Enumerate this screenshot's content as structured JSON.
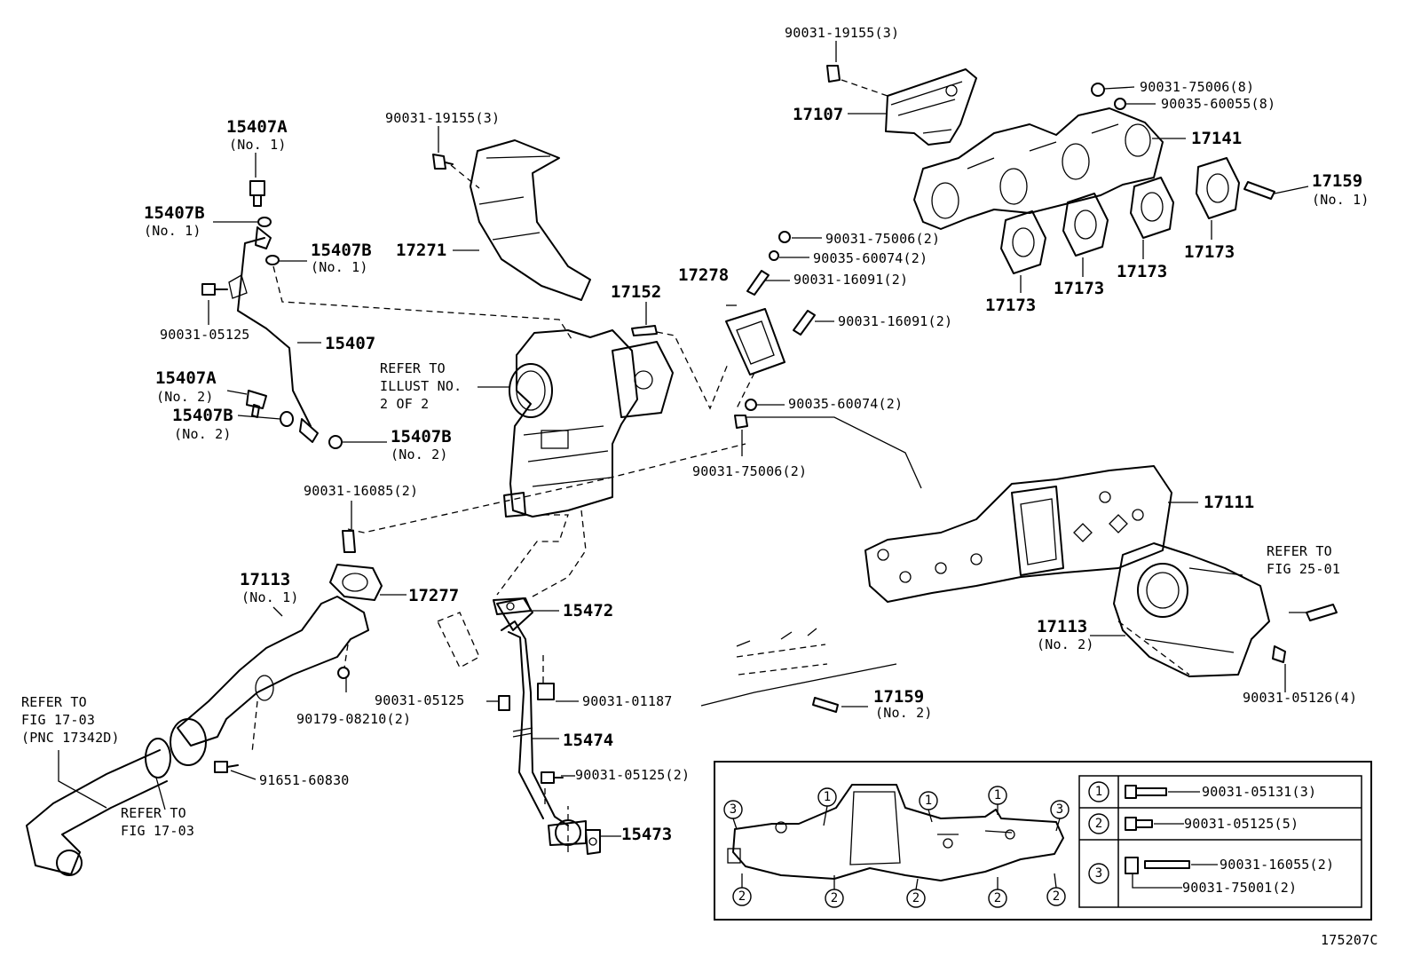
{
  "labels": {
    "p90031_19155_top": "90031-19155(3)",
    "p17107": "17107",
    "p90031_75006_8": "90031-75006(8)",
    "p90035_60055_8": "90035-60055(8)",
    "p17141": "17141",
    "p17159_no1": "17159",
    "p17159_no1_sub": "(No. 1)",
    "p17173_a": "17173",
    "p17173_b": "17173",
    "p17173_c": "17173",
    "p17173_d": "17173",
    "p15407A_no1": "15407A",
    "p15407A_no1_sub": "(No. 1)",
    "p90031_19155_left": "90031-19155(3)",
    "p15407B_a": "15407B",
    "p15407B_a_sub": "(No. 1)",
    "p15407B_b": "15407B",
    "p15407B_b_sub": "(No. 1)",
    "p17271": "17271",
    "p90031_75006_2a": "90031-75006(2)",
    "p90035_60074_2a": "90035-60074(2)",
    "p17278": "17278",
    "p90031_16091_2a": "90031-16091(2)",
    "p17152": "17152",
    "p90031_16091_2b": "90031-16091(2)",
    "p90031_05125_a": "90031-05125",
    "p15407": "15407",
    "refer1_line1": "REFER TO",
    "refer1_line2": "ILLUST NO.",
    "refer1_line3": "2 OF 2",
    "p15407A_no2": "15407A",
    "p15407A_no2_sub": "(No. 2)",
    "p15407B_c": "15407B",
    "p15407B_c_sub": "(No. 2)",
    "p15407B_d": "15407B",
    "p15407B_d_sub": "(No. 2)",
    "p90035_60074_2b": "90035-60074(2)",
    "p90031_75006_2b": "90031-75006(2)",
    "p90031_16085_2": "90031-16085(2)",
    "p17111": "17111",
    "p17113_no1": "17113",
    "p17113_no1_sub": "(No. 1)",
    "p17277": "17277",
    "p15472": "15472",
    "refer2_line1": "REFER TO",
    "refer2_line2": "FIG 25-01",
    "p17113_no2": "17113",
    "p17113_no2_sub": "(No. 2)",
    "refer3_line1": "REFER TO",
    "refer3_line2": "FIG 17-03",
    "refer3_line3": "(PNC 17342D)",
    "p90031_05125_b": "90031-05125",
    "p90031_01187": "90031-01187",
    "p17159_no2": "17159",
    "p17159_no2_sub": "(No. 2)",
    "p90031_05126_4": "90031-05126(4)",
    "p90179_08210_2": "90179-08210(2)",
    "p15474": "15474",
    "refer4_line1": "REFER TO",
    "refer4_line2": "FIG 17-03",
    "p90031_05125_2": "90031-05125(2)",
    "p91651_60830": "91651-60830",
    "p15473": "15473",
    "figure_code": "175207C"
  },
  "inset": {
    "markers": [
      "1",
      "2",
      "3"
    ],
    "legend": [
      {
        "key": "1",
        "part": "90031-05131(3)"
      },
      {
        "key": "2",
        "part": "90031-05125(5)"
      },
      {
        "key": "3",
        "part": "90031-16055(2)",
        "part2": "90031-75001(2)"
      }
    ]
  }
}
